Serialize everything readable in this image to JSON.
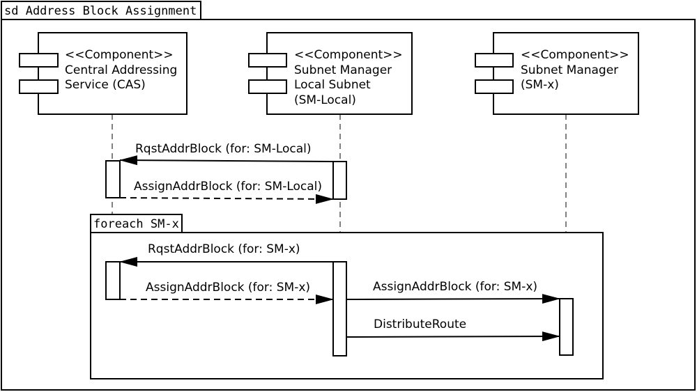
{
  "diagram": {
    "frame_label": "sd Address Block Assignment",
    "components": [
      {
        "stereotype": "<<Component>>",
        "lines": [
          "Central Addressing",
          "Service (CAS)"
        ]
      },
      {
        "stereotype": "<<Component>>",
        "lines": [
          "Subnet Manager",
          "Local Subnet",
          "(SM-Local)"
        ]
      },
      {
        "stereotype": "<<Component>>",
        "lines": [
          "Subnet Manager",
          "(SM-x)"
        ]
      }
    ],
    "fragment": {
      "label": "foreach SM-x"
    },
    "messages": [
      {
        "label": "RqstAddrBlock (for: SM-Local)",
        "from": 1,
        "to": 0,
        "kind": "sync"
      },
      {
        "label": "AssignAddrBlock (for: SM-Local)",
        "from": 0,
        "to": 1,
        "kind": "return"
      },
      {
        "label": "RqstAddrBlock (for: SM-x)",
        "from": 1,
        "to": 0,
        "kind": "sync"
      },
      {
        "label": "AssignAddrBlock (for: SM-x)",
        "from": 0,
        "to": 1,
        "kind": "return"
      },
      {
        "label": "AssignAddrBlock (for: SM-x)",
        "from": 1,
        "to": 2,
        "kind": "sync"
      },
      {
        "label": "DistributeRoute",
        "from": 1,
        "to": 2,
        "kind": "sync"
      }
    ]
  }
}
